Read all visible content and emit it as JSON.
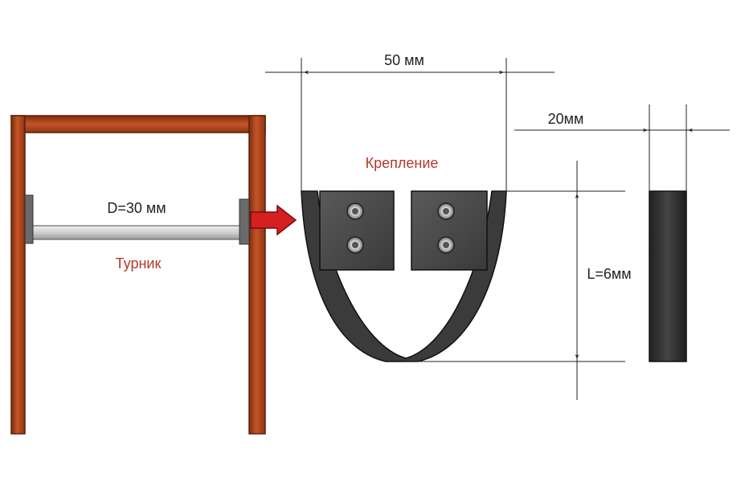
{
  "labels": {
    "bar_diameter": "D=30 мм",
    "bar_name": "Турник",
    "mount_name": "Крепление",
    "width_dim": "50 мм",
    "thickness_dim": "20мм",
    "length_dim": "L=6мм"
  },
  "colors": {
    "door_frame": "#b9481f",
    "door_frame_edge": "#6e2a0f",
    "bar_fill": "#d6d6d6",
    "bar_stroke": "#555555",
    "mount_metal": "#3b3b3b",
    "mount_plate": "#4a4a4a",
    "arrow": "#d42020",
    "dimension_line": "#222222",
    "label_red": "#b23a2a",
    "label_dark": "#222222"
  }
}
